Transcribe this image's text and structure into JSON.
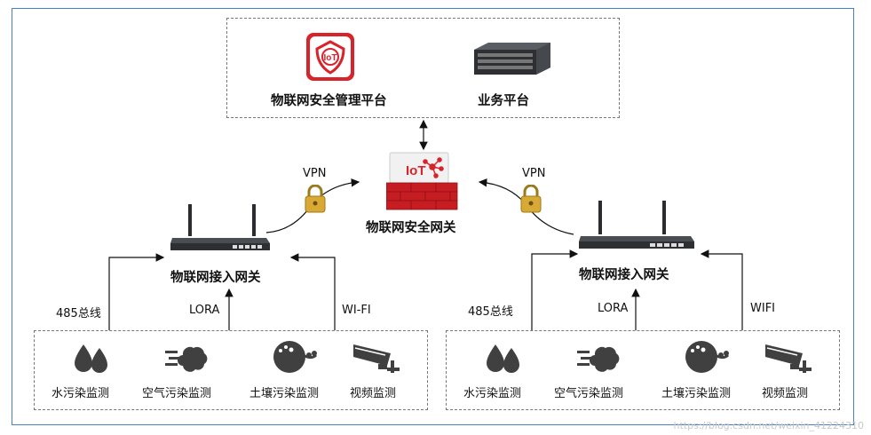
{
  "top_platforms": {
    "iot_security_mgmt": "物联网安全管理平台",
    "business_platform": "业务平台",
    "iot_logo_text": "IoT"
  },
  "center_gateway": {
    "label": "物联网安全网关",
    "logo_text": "IoT"
  },
  "vpn_left": "VPN",
  "vpn_right": "VPN",
  "left_access_gateway": "物联网接入网关",
  "right_access_gateway": "物联网接入网关",
  "left_links": {
    "bus": "485总线",
    "lora": "LORA",
    "wifi": "WI-FI"
  },
  "right_links": {
    "bus": "485总线",
    "lora": "LORA",
    "wifi": "WIFI"
  },
  "left_sensors": [
    "水污染监测",
    "空气污染监测",
    "土壤污染监测",
    "视频监测"
  ],
  "right_sensors": [
    "水污染监测",
    "空气污染监测",
    "土壤污染监测",
    "视频监测"
  ],
  "watermark": "https://blog.csdn.net/weixin_41224310",
  "colors": {
    "frame": "#4a7fc1",
    "red": "#d8232a",
    "dark": "#3a3d42",
    "icon": "#404040"
  }
}
